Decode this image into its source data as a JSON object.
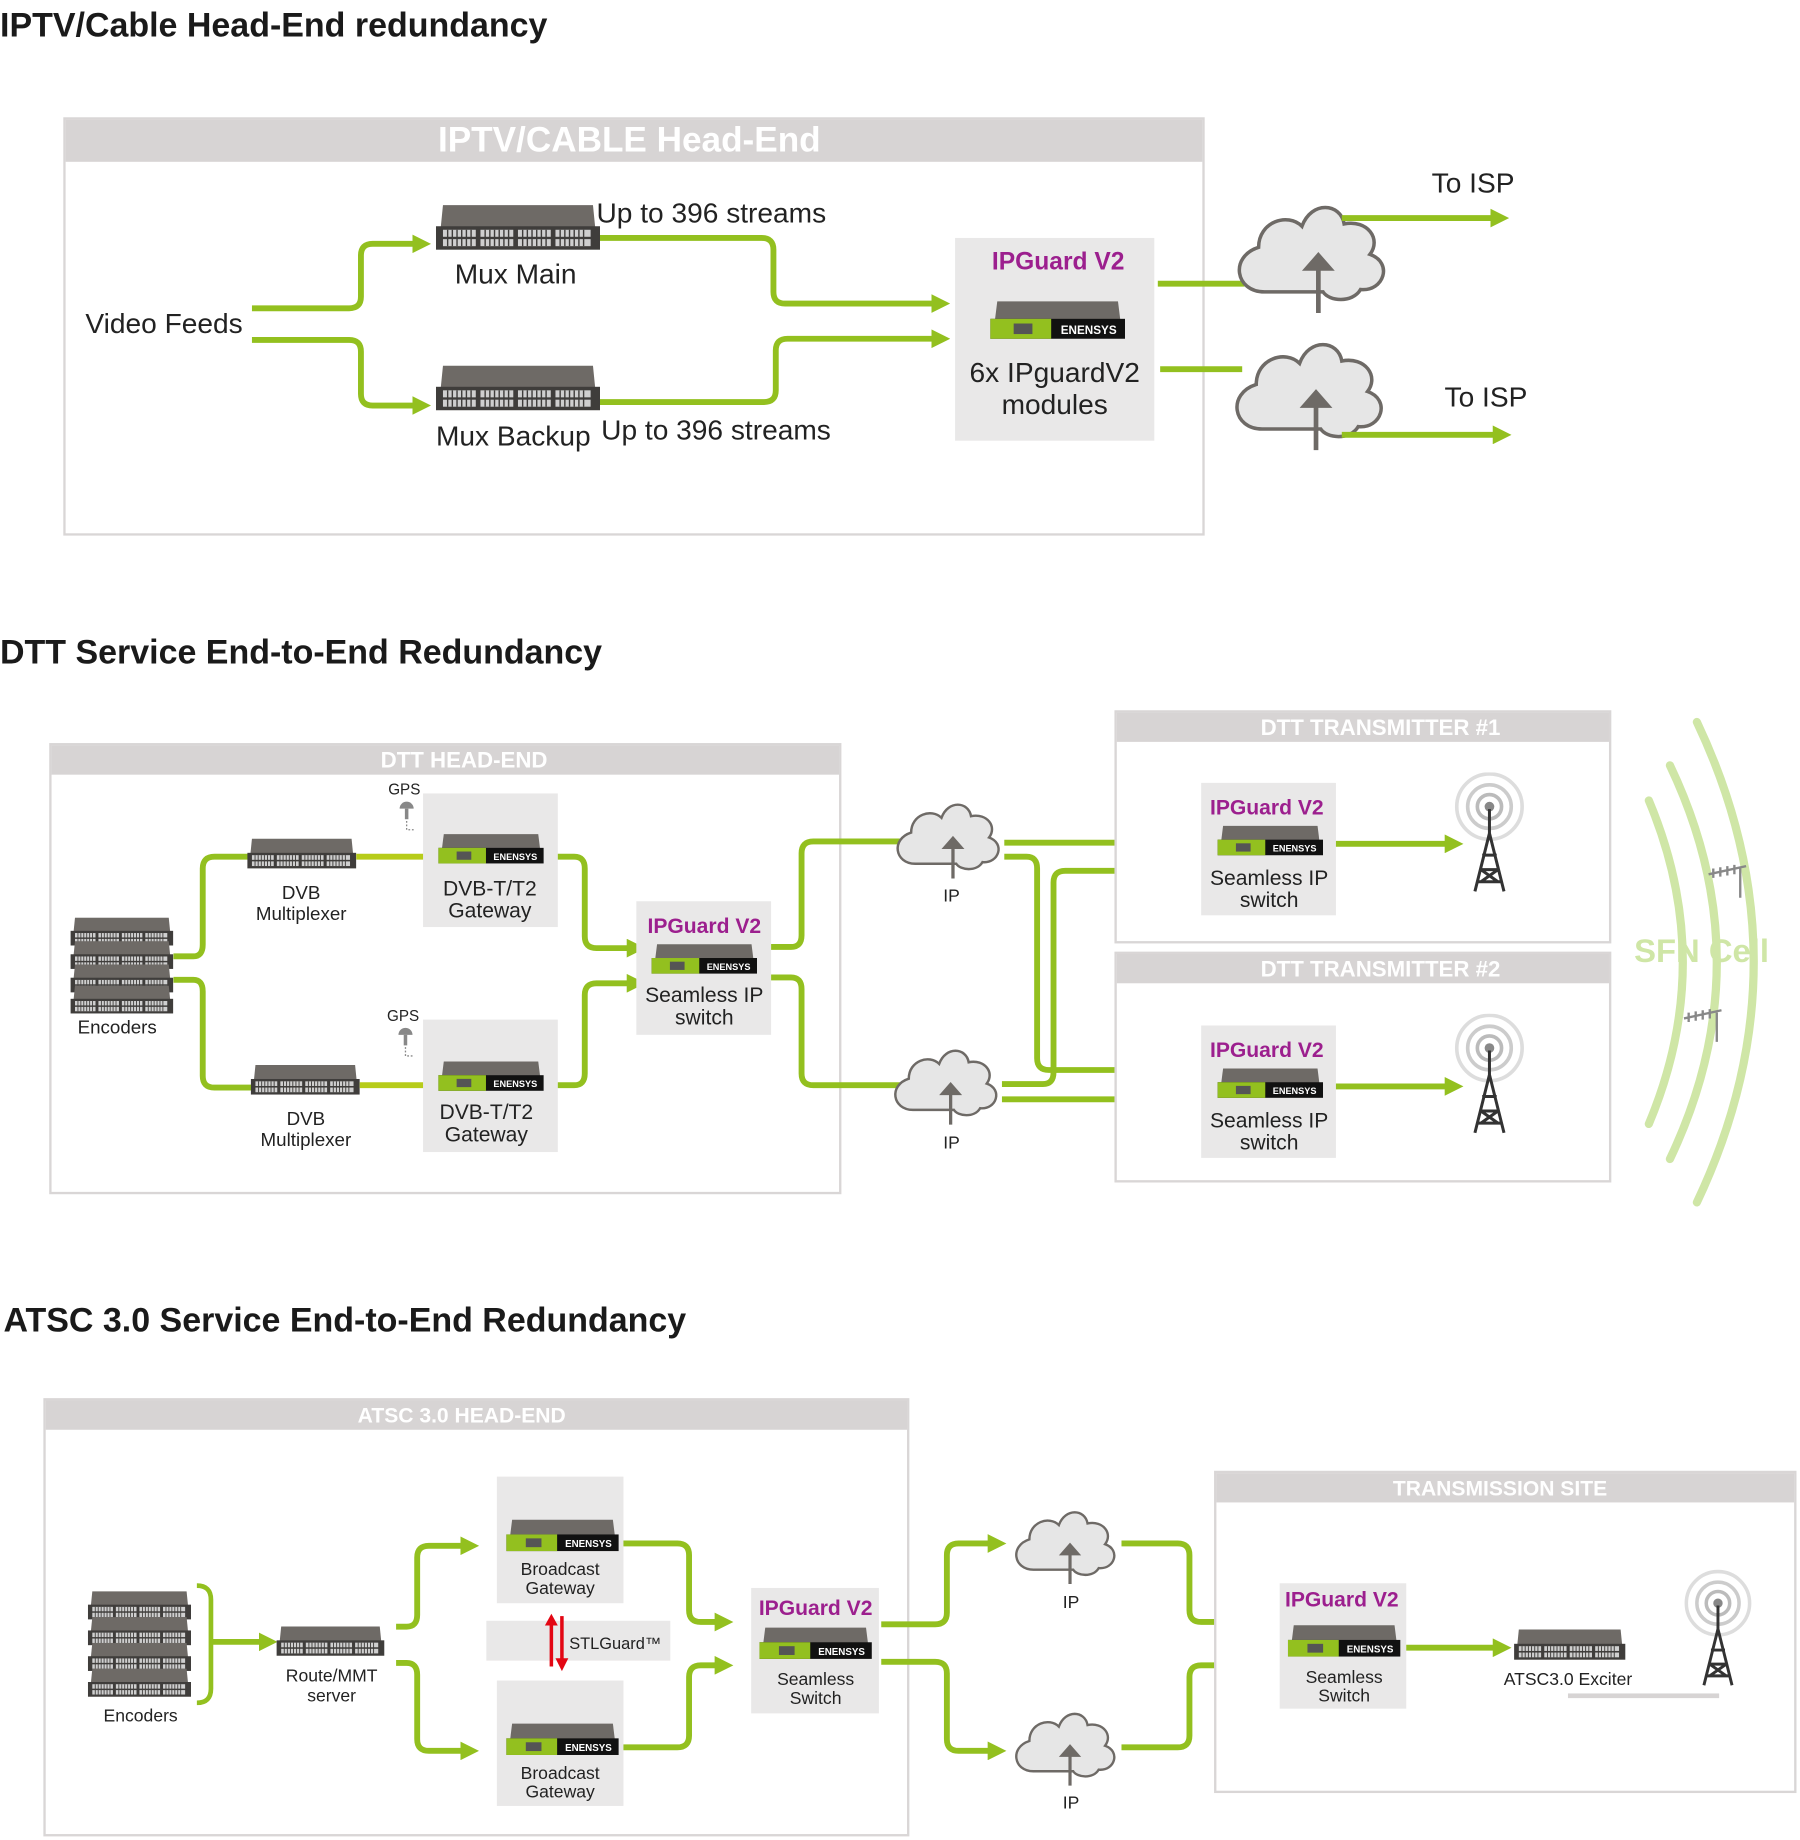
{
  "colors": {
    "flow": "#93c01f",
    "accent_purple": "#9c1f8e",
    "header_gray": "#d7d4d4",
    "sfn_green": "#cfe6a6",
    "stl_red": "#e30613"
  },
  "iptv": {
    "title": "IPTV/Cable Head-End redundancy",
    "box_header": "IPTV/CABLE Head-End",
    "video_feeds": "Video Feeds",
    "mux_main": "Mux Main",
    "mux_backup": "Mux Backup",
    "streams_main": "Up to 396 streams",
    "streams_backup": "Up to 396 streams",
    "ipguard_title": "IPGuard V2",
    "ipguard_line1": "6x IPguardV2",
    "ipguard_line2": "modules",
    "to_isp_1": "To ISP",
    "to_isp_2": "To ISP"
  },
  "dtt": {
    "title": "DTT Service End-to-End Redundancy",
    "headend_header": "DTT HEAD-END",
    "encoders": "Encoders",
    "mux_line1": "DVB",
    "mux_line2": "Multiplexer",
    "gps": "GPS",
    "gateway_line1": "DVB-T/T2",
    "gateway_line2": "Gateway",
    "ipguard_title": "IPGuard V2",
    "switch_line1": "Seamless IP",
    "switch_line2": "switch",
    "ip": "IP",
    "tx1_header": "DTT TRANSMITTER #1",
    "tx2_header": "DTT TRANSMITTER #2",
    "sfn": "SFN Cell"
  },
  "atsc": {
    "title": "ATSC 3.0 Service End-to-End Redundancy",
    "headend_header": "ATSC 3.0 HEAD-END",
    "encoders": "Encoders",
    "route_line1": "Route/MMT",
    "route_line2": "server",
    "gateway_line1": "Broadcast",
    "gateway_line2": "Gateway",
    "stlguard": "STLGuard™",
    "ipguard_title": "IPGuard V2",
    "switch_line1": "Seamless",
    "switch_line2": "Switch",
    "ip": "IP",
    "site_header": "TRANSMISSION SITE",
    "exciter": "ATSC3.0 Exciter"
  },
  "logo_text": "ENENSYS"
}
